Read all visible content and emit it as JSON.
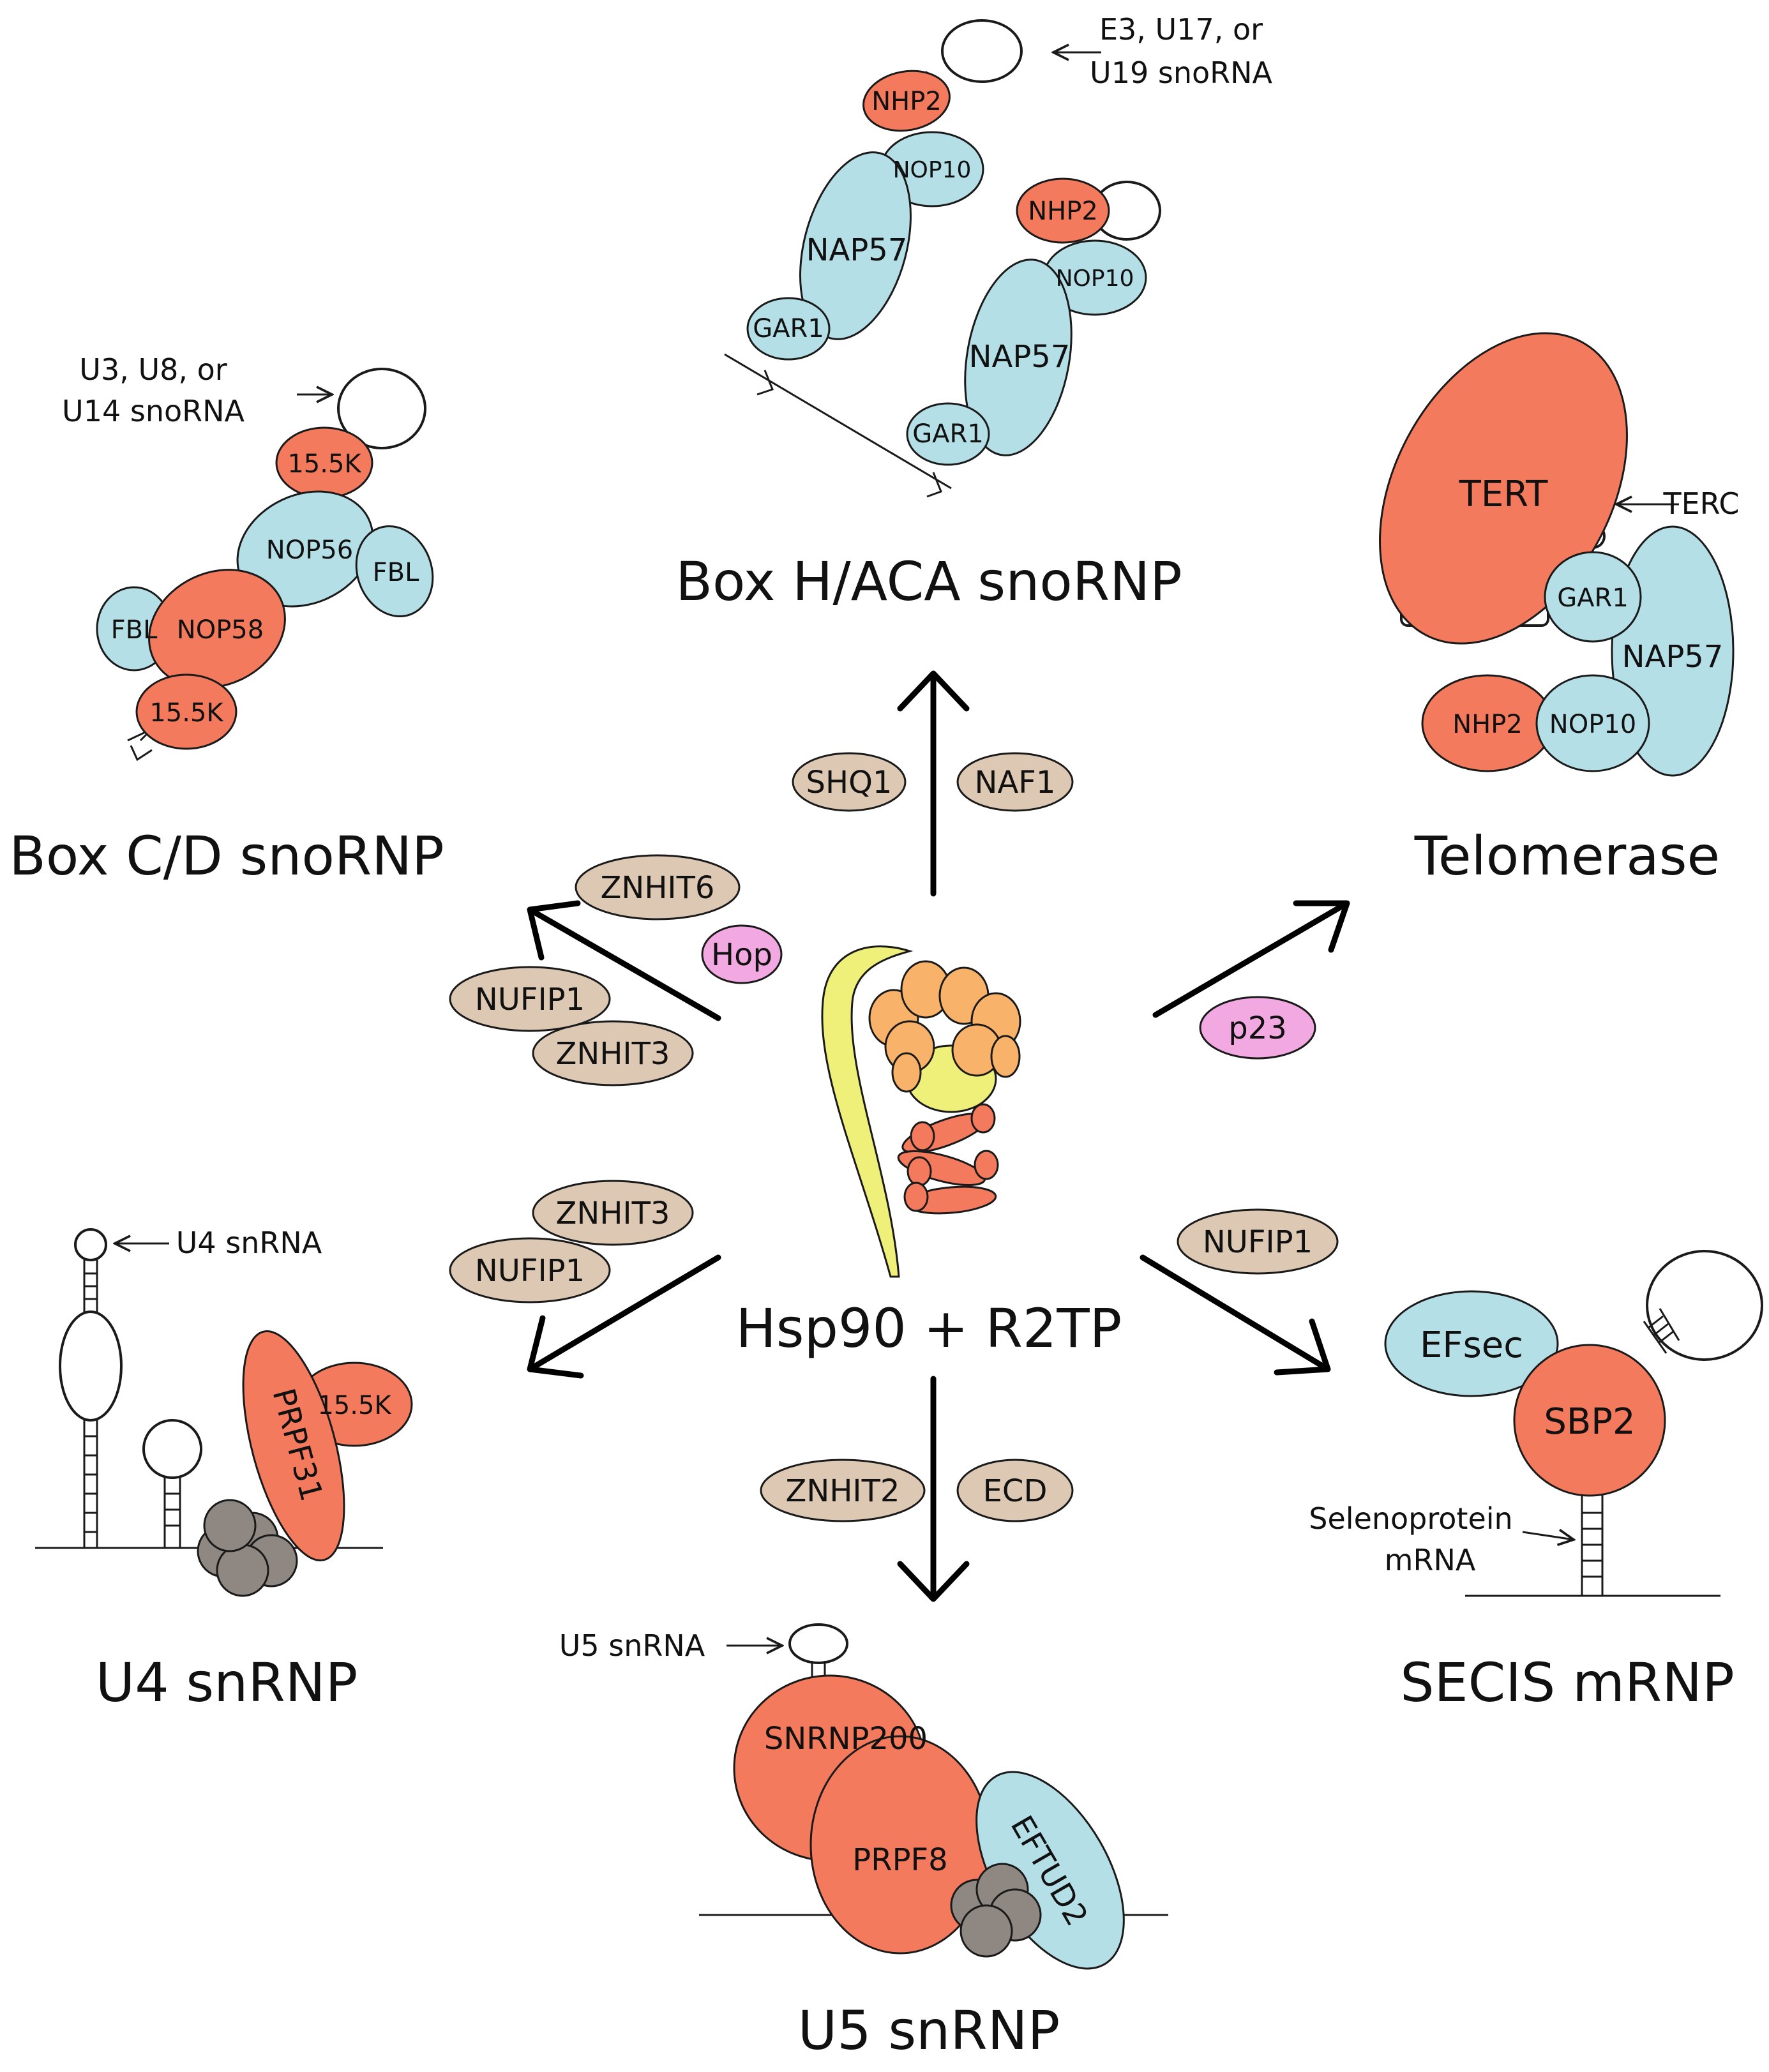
{
  "center": {
    "label": "Hsp90 + R2TP"
  },
  "complexes": {
    "box_hhaca": {
      "title": "Box H/ACA snoRNP",
      "rna_note_line1": "E3, U17, or",
      "rna_note_line2": "U19 snoRNA",
      "p1": "NHP2",
      "p2": "NOP10",
      "p3": "NAP57",
      "p4": "GAR1"
    },
    "box_cd": {
      "title": "Box C/D snoRNP",
      "rna_note_line1": "U3, U8, or",
      "rna_note_line2": "U14 snoRNA",
      "p_155k": "15.5K",
      "p_nop56": "NOP56",
      "p_fbl": "FBL",
      "p_nop58": "NOP58"
    },
    "telomerase": {
      "title": "Telomerase",
      "tert": "TERT",
      "terc": "TERC",
      "gar1": "GAR1",
      "nap57": "NAP57",
      "nhp2": "NHP2",
      "nop10": "NOP10"
    },
    "u4": {
      "title": "U4 snRNP",
      "rna_note": "U4 snRNA",
      "prpf31": "PRPF31",
      "p_155k": "15.5K"
    },
    "u5": {
      "title": "U5 snRNP",
      "rna_note": "U5 snRNA",
      "snrnp200": "SNRNP200",
      "prpf8": "PRPF8",
      "eftud2": "EFTUD2"
    },
    "secis": {
      "title": "SECIS mRNP",
      "efsec": "EFsec",
      "sbp2": "SBP2",
      "mrna_line1": "Selenoprotein",
      "mrna_line2": "mRNA"
    }
  },
  "adaptors": {
    "shq1": "SHQ1",
    "naf1": "NAF1",
    "znhit6": "ZNHIT6",
    "hop": "Hop",
    "nufip1_a": "NUFIP1",
    "znhit3_a": "ZNHIT3",
    "p23": "p23",
    "znhit3_b": "ZNHIT3",
    "nufip1_b": "NUFIP1",
    "nufip1_c": "NUFIP1",
    "znhit2": "ZNHIT2",
    "ecd": "ECD"
  },
  "colors": {
    "red": "#f37a5c",
    "blue": "#b5dfe6",
    "tan": "#ddc9b3",
    "pink": "#f2a8e0",
    "grey": "#8f8781",
    "yellow": "#eef07a",
    "orange": "#f8b26a"
  }
}
